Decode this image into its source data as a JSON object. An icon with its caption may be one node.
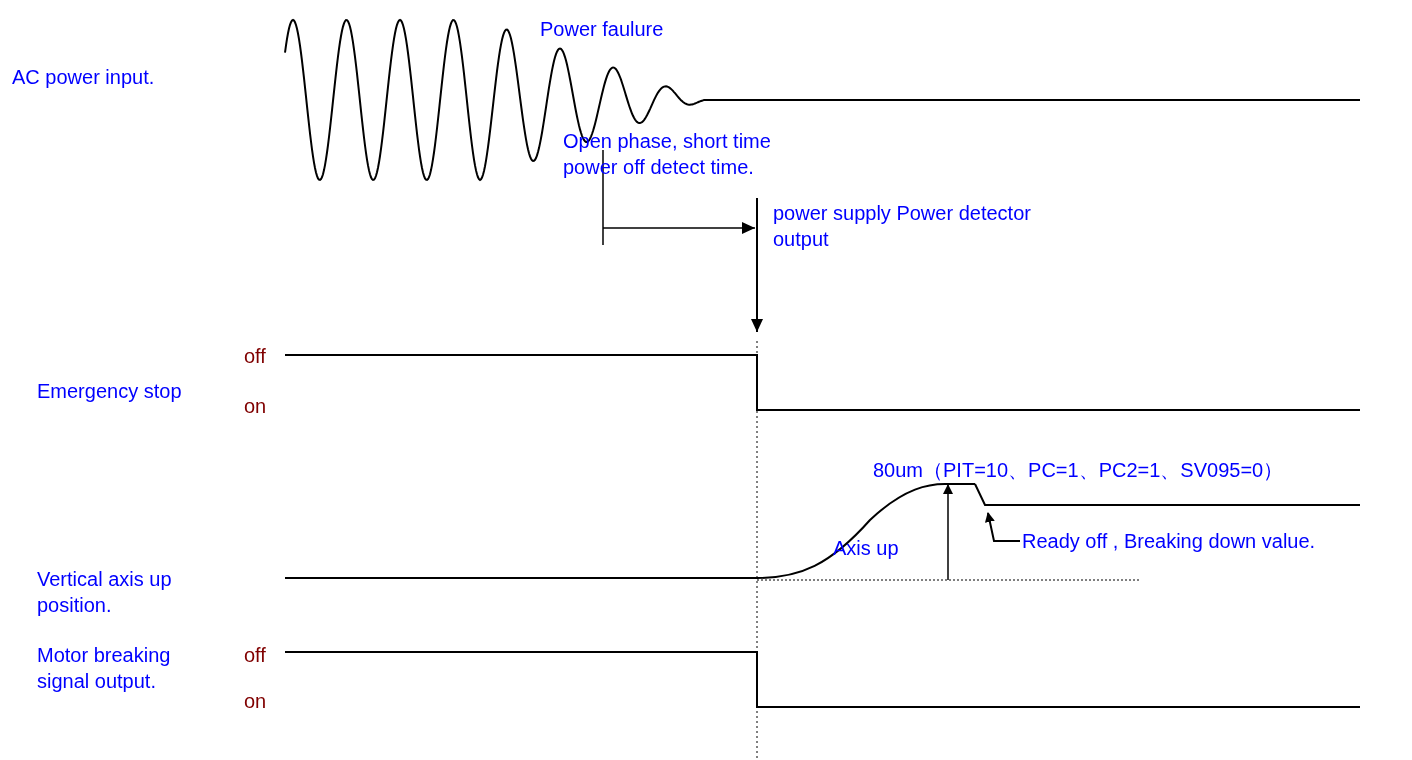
{
  "diagram": {
    "nodes": [
      {
        "text": [
          "Ready off , Breaking down value."
        ]
      },
      {
        "text": [],
        "shape": "line"
      }
    ],
    "edges": [
      {
        "from": 0,
        "to": 1,
        "arrow": "to"
      }
    ],
    "labels": [
      "Power faulure",
      "AC power input.",
      "Open phase, short time power off detect time.",
      "power supply Power detector output",
      "off",
      "Emergency stop",
      "on",
      "80um（PIT=10、PC=1、PC2=1、SV095=0）",
      "Axis up",
      "Vertical axis up position.",
      "off",
      "Motor breaking signal output.",
      "on"
    ]
  }
}
